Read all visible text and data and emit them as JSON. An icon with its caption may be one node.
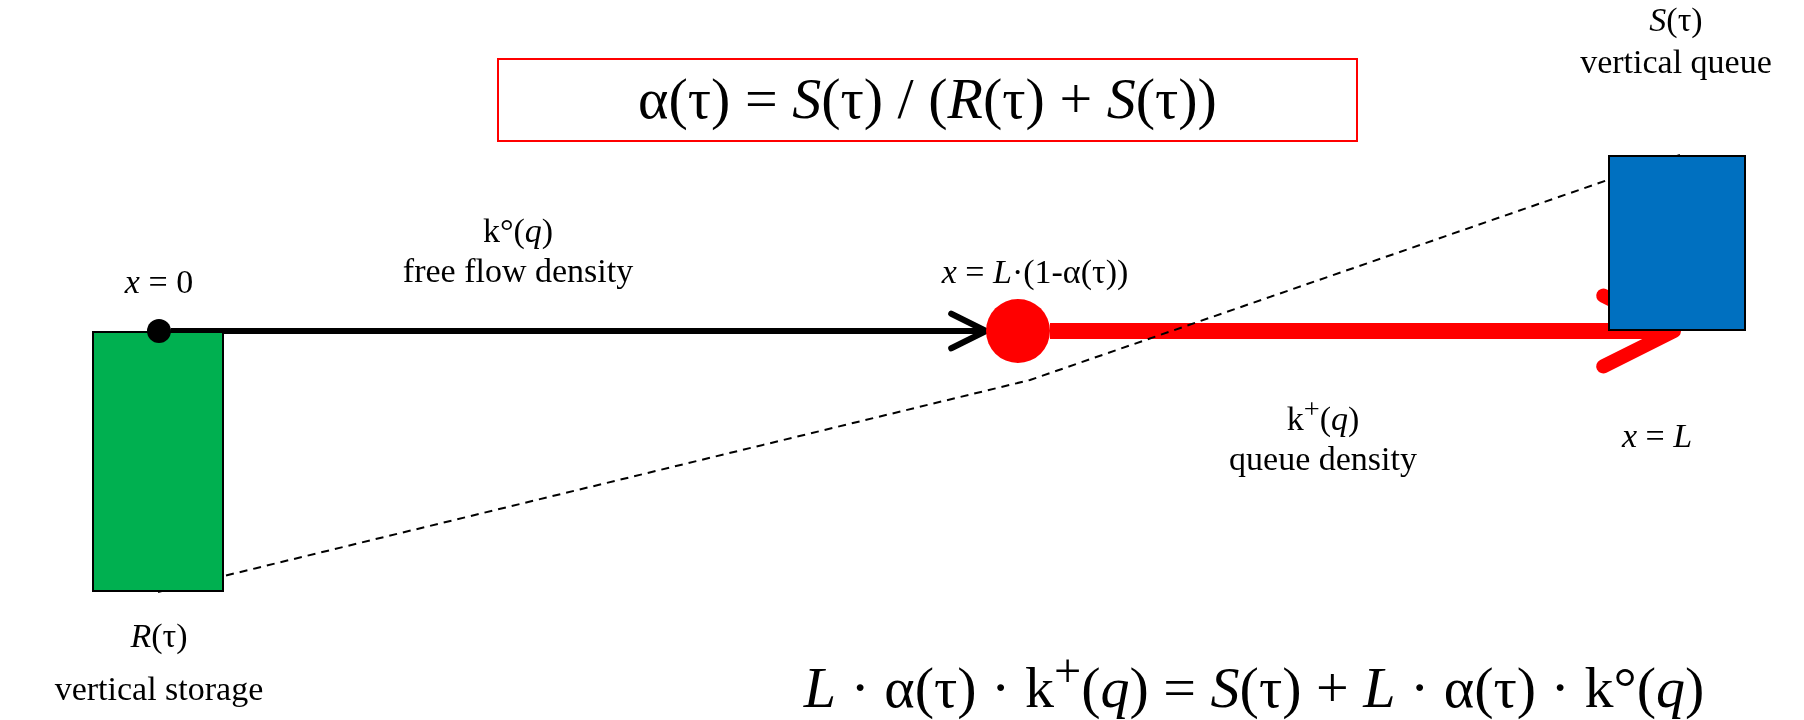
{
  "diagram": {
    "nodes": [
      {
        "text": [
          "α(τ) = *S*(τ) / (*R*(τ) + *S*(τ))"
        ]
      },
      {
        "text": [
          "*S*(τ)",
          "vertical queue"
        ],
        "beside": [
          "*x* = *L*"
        ]
      },
      {
        "text": [],
        "shape": "circle",
        "beside": [
          "*x* = 0"
        ]
      },
      {
        "text": [],
        "shape": "circle",
        "beside": [
          "*x* = *L*·(1-α(τ))"
        ]
      },
      {
        "text": [
          "*R*(τ)",
          "vertical storage"
        ]
      }
    ],
    "edges": [
      {
        "from": 2,
        "to": 3,
        "arrow": "to",
        "label": "k°(*q*) free flow density"
      },
      {
        "from": 3,
        "to": 1,
        "arrow": "to",
        "label": "k$^{+}$(*q*) queue density",
        "style": "thick",
        "color": "#ff0000"
      },
      {
        "from": 4,
        "to": 1,
        "arrow": "none",
        "style": "dashed"
      }
    ],
    "labels": [
      "*L* · α(τ) · k$^{+}$(*q*) = *S*(τ) + *L* · α(τ) · k°(*q*)"
    ]
  }
}
